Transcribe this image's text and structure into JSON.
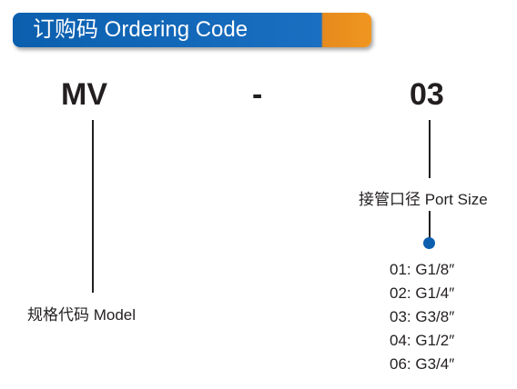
{
  "header": {
    "title": "订购码 Ordering Code",
    "colors": {
      "primary": "#0b5fae",
      "accent": "#f0961f"
    }
  },
  "code": {
    "segments": [
      "MV",
      "-",
      "03"
    ]
  },
  "model": {
    "label": "规格代码 Model"
  },
  "port_size": {
    "label": "接管口径 Port Size",
    "marker_color": "#0b5fae",
    "options": [
      "01: G1/8″",
      "02: G1/4″",
      "03: G3/8″",
      "04: G1/2″",
      "06: G3/4″"
    ]
  }
}
